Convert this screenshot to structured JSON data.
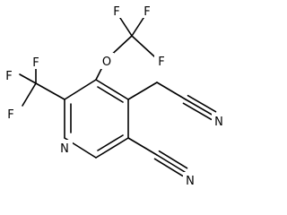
{
  "molecule": {
    "atoms": {
      "f_top_left": "F",
      "f_top_right": "F",
      "f_right": "F",
      "o_ether": "O",
      "f_cf3_top": "F",
      "f_cf3_left": "F",
      "f_cf3_bottom": "F",
      "n_ring": "N",
      "n_nitrile_ch2": "N",
      "n_nitrile_ring": "N"
    },
    "colors": {
      "bond": "#000000",
      "label": "#000000",
      "background": "#ffffff"
    }
  }
}
